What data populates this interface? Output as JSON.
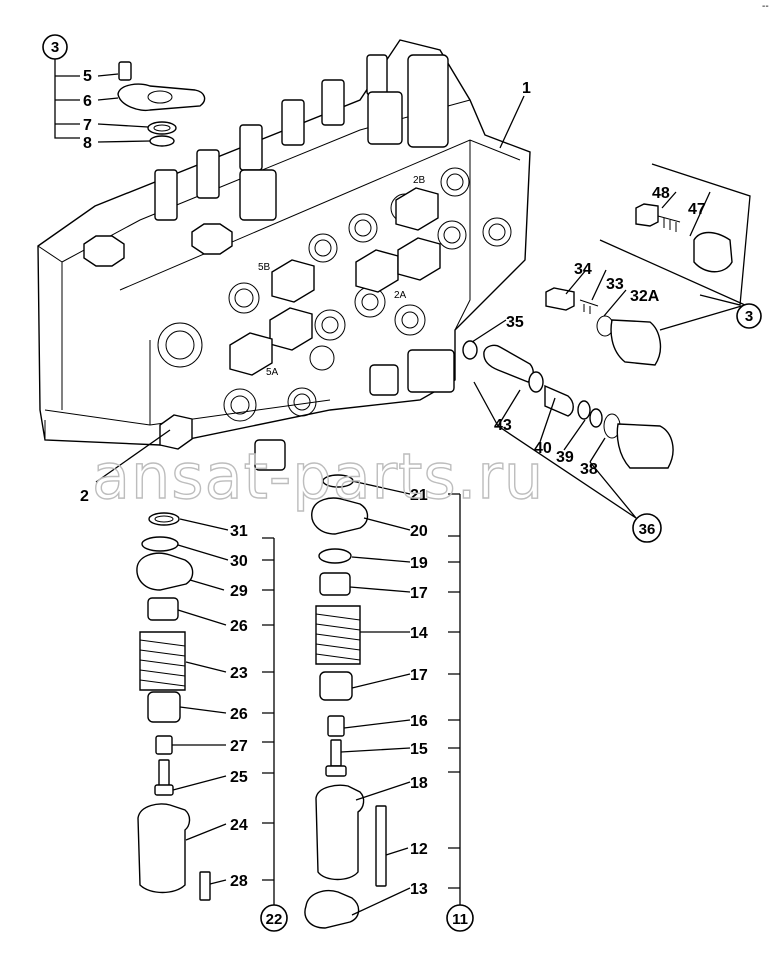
{
  "corner_mark": "--",
  "watermark": "ansat-parts.ru",
  "circled_refs": [
    "3",
    "3",
    "36",
    "22",
    "11"
  ],
  "callouts": [
    "1",
    "2",
    "5",
    "6",
    "7",
    "8",
    "48",
    "47",
    "34",
    "33",
    "32A",
    "35",
    "43",
    "40",
    "39",
    "38",
    "21",
    "20",
    "19",
    "17",
    "14",
    "17",
    "16",
    "15",
    "18",
    "12",
    "13",
    "31",
    "30",
    "29",
    "26",
    "23",
    "26",
    "27",
    "25",
    "24",
    "28"
  ],
  "body_marks": [
    "2B",
    "5B",
    "2A",
    "5A"
  ]
}
